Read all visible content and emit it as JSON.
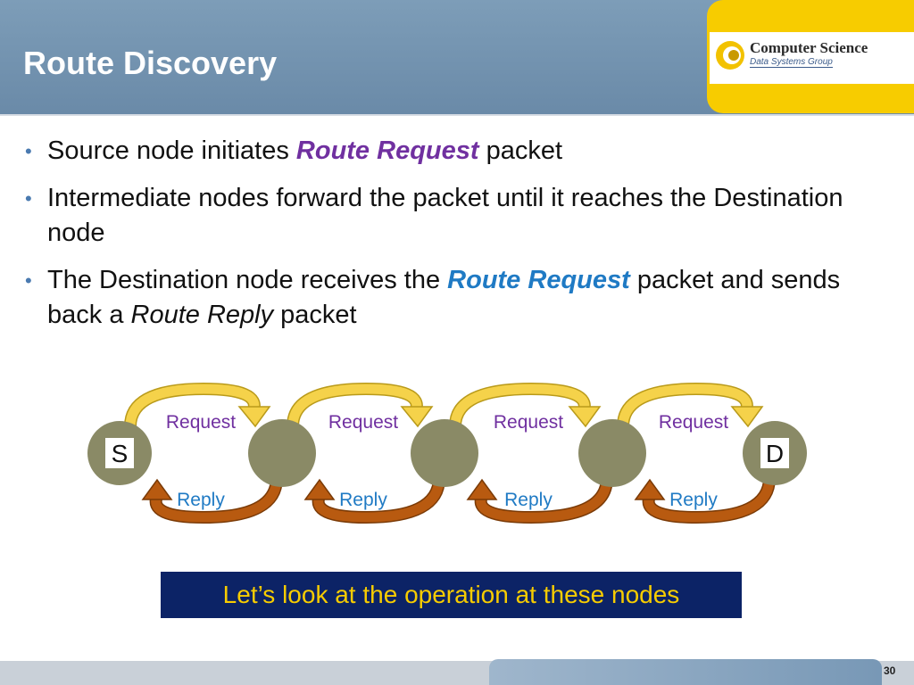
{
  "slide": {
    "title": "Route Discovery",
    "page_number": "30"
  },
  "logo": {
    "line1": "Computer Science",
    "line2": "Data Systems Group"
  },
  "bullets": [
    {
      "pre": "Source node initiates ",
      "em": "Route Request",
      "post": " packet"
    },
    {
      "text": "Intermediate nodes forward the packet until it reaches the Destination node"
    },
    {
      "pre": "The Destination node receives the ",
      "em": "Route Request",
      "mid": " packet and sends back a ",
      "em2": "Route Reply",
      "post": " packet"
    }
  ],
  "diagram": {
    "nodes": [
      {
        "label": "S"
      },
      {
        "label": ""
      },
      {
        "label": ""
      },
      {
        "label": ""
      },
      {
        "label": "D"
      }
    ],
    "links": [
      {
        "request": "Request",
        "reply": "Reply"
      },
      {
        "request": "Request",
        "reply": "Reply"
      },
      {
        "request": "Request",
        "reply": "Reply"
      },
      {
        "request": "Request",
        "reply": "Reply"
      }
    ],
    "colors": {
      "node": "#8a8a66",
      "request_arrow": "#f5d24a",
      "reply_arrow": "#b85a10",
      "request_text": "#7030a0",
      "reply_text": "#1f7ac4"
    }
  },
  "callout": "Let’s look at the operation at these nodes"
}
